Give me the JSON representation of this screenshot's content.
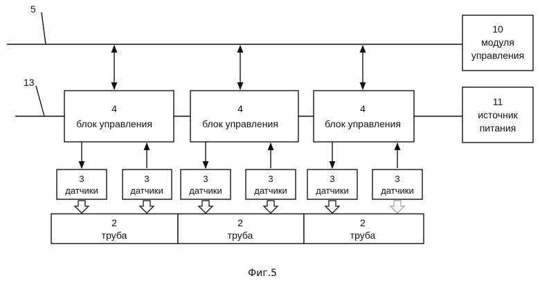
{
  "reference_labels": {
    "bus_top": "5",
    "bus_bottom": "13"
  },
  "module": {
    "number": "10",
    "line1": "модуля",
    "line2": "управления"
  },
  "power": {
    "number": "11",
    "line1": "источник",
    "line2": "питания"
  },
  "control_blocks": [
    {
      "number": "4",
      "label": "блок управления"
    },
    {
      "number": "4",
      "label": "блок управления"
    },
    {
      "number": "4",
      "label": "блок управления"
    }
  ],
  "sensors": [
    {
      "number": "3",
      "label": "датчики"
    },
    {
      "number": "3",
      "label": "датчики"
    },
    {
      "number": "3",
      "label": "датчики"
    },
    {
      "number": "3",
      "label": "датчики"
    },
    {
      "number": "3",
      "label": "датчики"
    },
    {
      "number": "3",
      "label": "датчики"
    }
  ],
  "pipes": [
    {
      "number": "2",
      "label": "труба"
    },
    {
      "number": "2",
      "label": "труба"
    },
    {
      "number": "2",
      "label": "труба"
    }
  ],
  "caption": "Фиг.5"
}
